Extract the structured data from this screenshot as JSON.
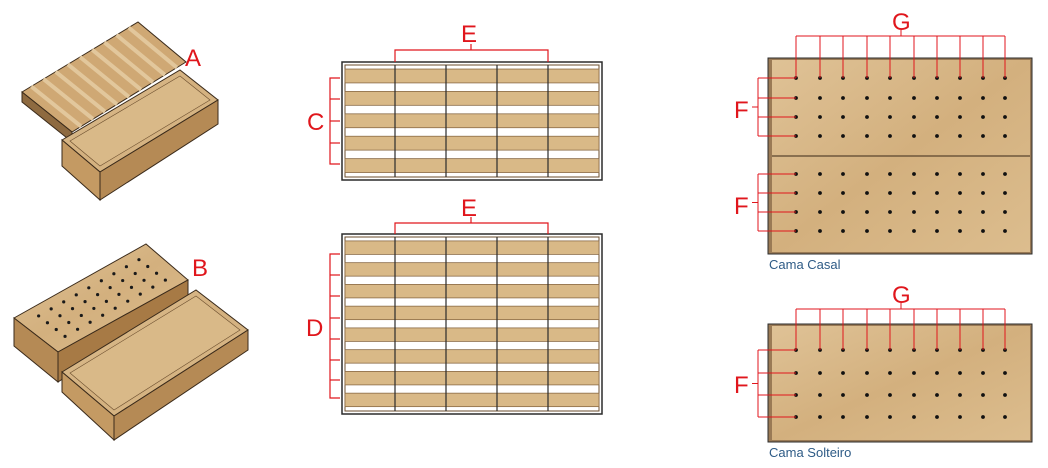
{
  "labels": {
    "a": "A",
    "b": "B",
    "c": "C",
    "d": "D",
    "e_top": "E",
    "e_bottom": "E",
    "f_casal_top": "F",
    "f_casal_bottom": "F",
    "f_solteiro": "F",
    "g_casal": "G",
    "g_solteiro": "G"
  },
  "captions": {
    "casal": "Cama Casal",
    "solteiro": "Cama Solteiro"
  },
  "colors": {
    "wood": "#d8b787",
    "wood_dark": "#b88a55",
    "frame": "#8a6a45",
    "outline": "#2b2b2b",
    "annotation": "#e0161c",
    "caption": "#2e5b86"
  }
}
